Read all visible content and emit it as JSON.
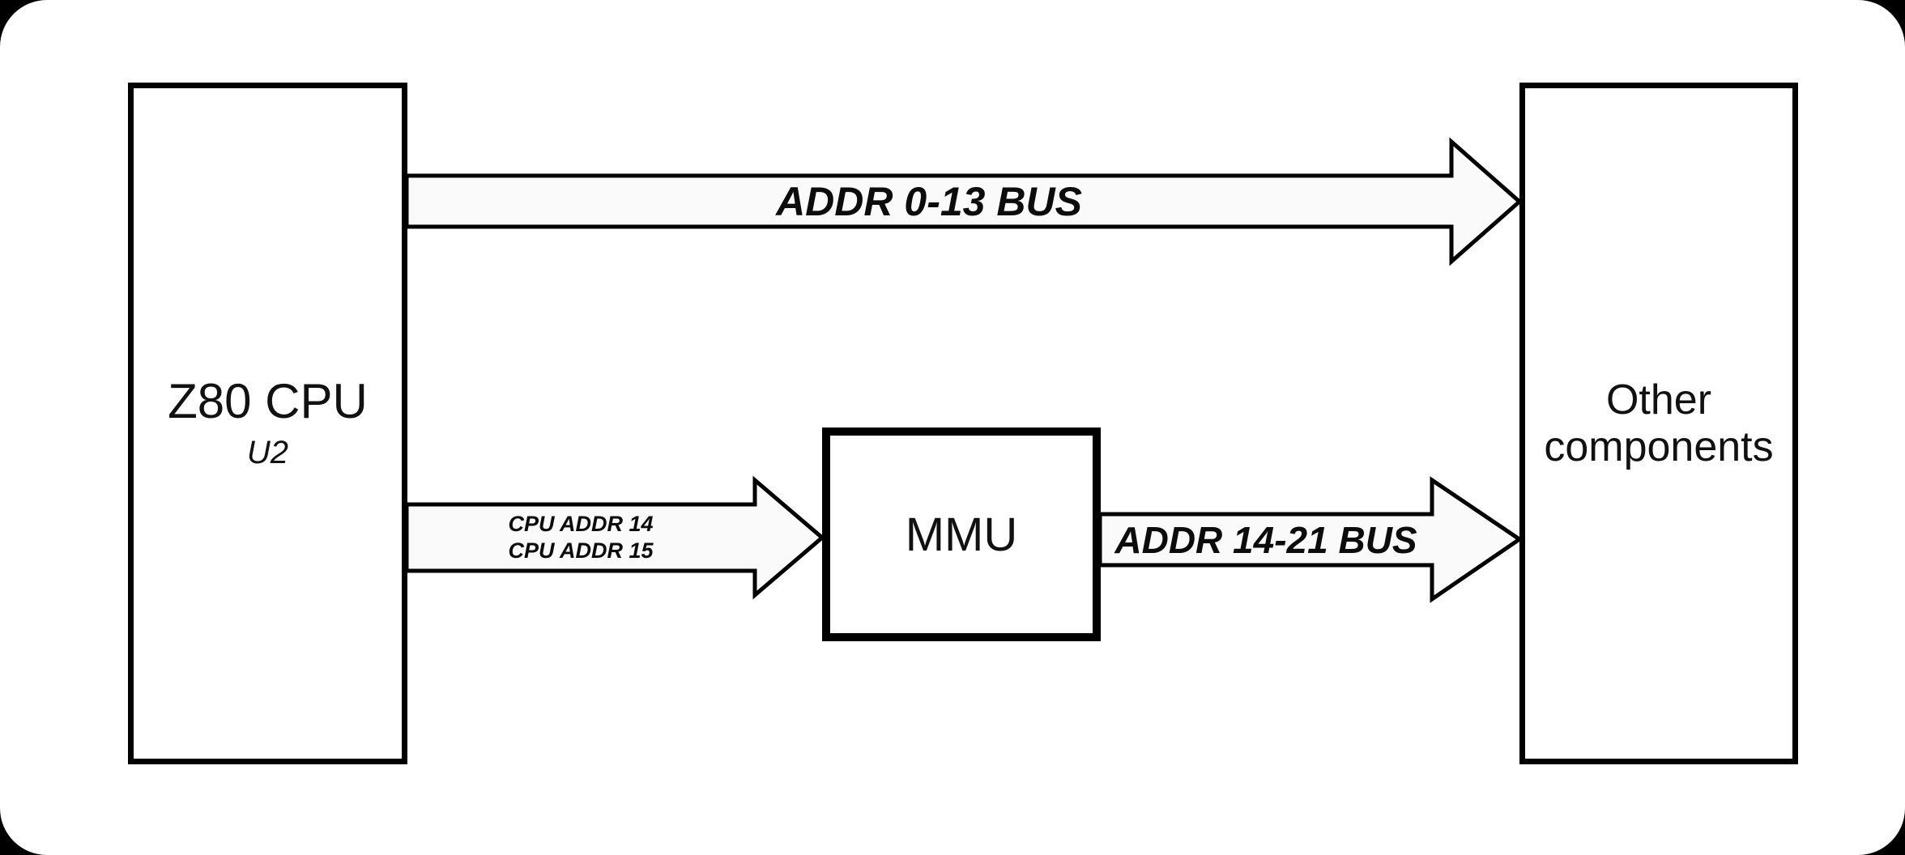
{
  "colors": {
    "background": "#000000",
    "panel_fill": "#ffffff",
    "box_fill": "#ffffff",
    "arrow_fill": "#fafafa",
    "line_color": "#000000",
    "text_color": "#111111"
  },
  "boxes": {
    "cpu": {
      "title": "Z80 CPU",
      "subtitle": "U2"
    },
    "mmu": {
      "title": "MMU"
    },
    "other": {
      "title": "Other components"
    }
  },
  "arrows": {
    "addr_low": {
      "label": "ADDR 0-13 BUS"
    },
    "cpu_to_mmu": {
      "line1": "CPU ADDR 14",
      "line2": "CPU ADDR 15"
    },
    "addr_high": {
      "label": "ADDR 14-21 BUS"
    }
  }
}
